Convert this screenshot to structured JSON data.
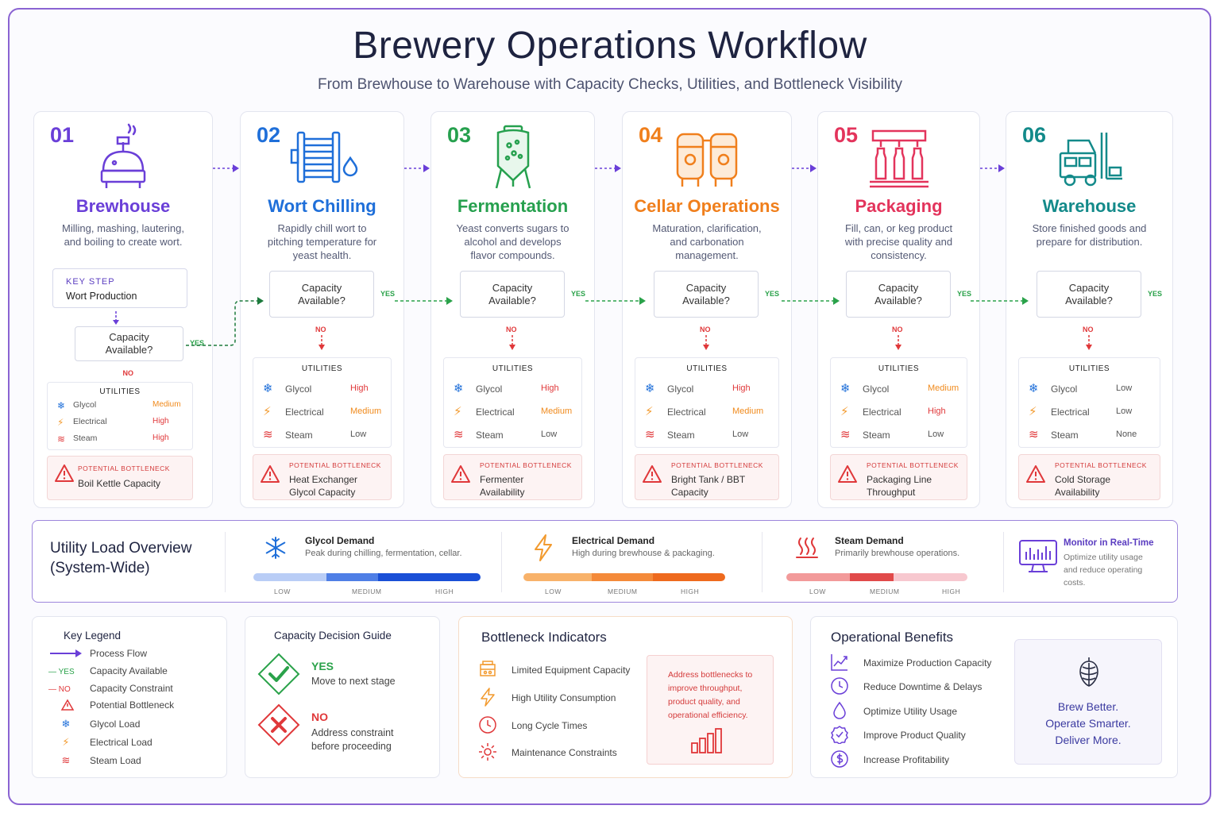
{
  "header": {
    "title": "Brewery Operations Workflow",
    "subtitle": "From Brewhouse to Warehouse with Capacity Checks, Utilities, and Bottleneck Visibility"
  },
  "stages": [
    {
      "number": "01",
      "name": "Brewhouse",
      "color": "#6a3fd8",
      "icon": "brew-kettle-icon",
      "description": "Milling, mashing, lautering, and boiling to create wort.",
      "key_step_label": "KEY STEP",
      "key_step": "Wort Production",
      "capacity": "Capacity Available?",
      "yes": "YES",
      "no": "NO",
      "utilities_label": "UTILITIES",
      "utilities": [
        {
          "name": "Glycol",
          "level": "Medium"
        },
        {
          "name": "Electrical",
          "level": "High"
        },
        {
          "name": "Steam",
          "level": "High"
        }
      ],
      "bottleneck_label": "POTENTIAL BOTTLENECK",
      "bottleneck": "Boil Kettle Capacity"
    },
    {
      "number": "02",
      "name": "Wort Chilling",
      "color": "#1f6fd9",
      "icon": "heat-exchanger-icon",
      "description": "Rapidly chill wort to pitching temperature for yeast health.",
      "capacity": "Capacity Available?",
      "yes": "YES",
      "no": "NO",
      "utilities_label": "UTILITIES",
      "utilities": [
        {
          "name": "Glycol",
          "level": "High"
        },
        {
          "name": "Electrical",
          "level": "Medium"
        },
        {
          "name": "Steam",
          "level": "Low"
        }
      ],
      "bottleneck_label": "POTENTIAL BOTTLENECK",
      "bottleneck": "Heat Exchanger Glycol Capacity"
    },
    {
      "number": "03",
      "name": "Fermentation",
      "color": "#26a04e",
      "icon": "fermenter-tank-icon",
      "description": "Yeast converts sugars to alcohol and develops flavor compounds.",
      "capacity": "Capacity Available?",
      "yes": "YES",
      "no": "NO",
      "utilities_label": "UTILITIES",
      "utilities": [
        {
          "name": "Glycol",
          "level": "High"
        },
        {
          "name": "Electrical",
          "level": "Medium"
        },
        {
          "name": "Steam",
          "level": "Low"
        }
      ],
      "bottleneck_label": "POTENTIAL BOTTLENECK",
      "bottleneck": "Fermenter Availability"
    },
    {
      "number": "04",
      "name": "Cellar Operations",
      "color": "#f07f1c",
      "icon": "bright-tanks-icon",
      "description": "Maturation, clarification, and carbonation management.",
      "capacity": "Capacity Available?",
      "yes": "YES",
      "no": "NO",
      "utilities_label": "UTILITIES",
      "utilities": [
        {
          "name": "Glycol",
          "level": "High"
        },
        {
          "name": "Electrical",
          "level": "Medium"
        },
        {
          "name": "Steam",
          "level": "Low"
        }
      ],
      "bottleneck_label": "POTENTIAL BOTTLENECK",
      "bottleneck": "Bright Tank / BBT Capacity"
    },
    {
      "number": "05",
      "name": "Packaging",
      "color": "#e3345c",
      "icon": "bottling-line-icon",
      "description": "Fill, can, or keg product with precise quality and consistency.",
      "capacity": "Capacity Available?",
      "yes": "YES",
      "no": "NO",
      "utilities_label": "UTILITIES",
      "utilities": [
        {
          "name": "Glycol",
          "level": "Medium"
        },
        {
          "name": "Electrical",
          "level": "High"
        },
        {
          "name": "Steam",
          "level": "Low"
        }
      ],
      "bottleneck_label": "POTENTIAL BOTTLENECK",
      "bottleneck": "Packaging Line Throughput"
    },
    {
      "number": "06",
      "name": "Warehouse",
      "color": "#138a8a",
      "icon": "forklift-icon",
      "description": "Store finished goods and prepare for distribution.",
      "capacity": "Capacity Available?",
      "yes": "YES",
      "no": "NO",
      "utilities_label": "UTILITIES",
      "utilities": [
        {
          "name": "Glycol",
          "level": "Low"
        },
        {
          "name": "Electrical",
          "level": "Low"
        },
        {
          "name": "Steam",
          "level": "None"
        }
      ],
      "bottleneck_label": "POTENTIAL BOTTLENECK",
      "bottleneck": "Cold Storage Availability"
    }
  ],
  "overview": {
    "title": "Utility Load Overview (System-Wide)",
    "demands": [
      {
        "title": "Glycol Demand",
        "desc": "Peak during chilling, fermentation, cellar.",
        "icon": "snowflake-icon",
        "low": "LOW",
        "medium": "MEDIUM",
        "high": "HIGH",
        "colors": [
          "#b9cdf6",
          "#4f7fe6",
          "#1a4fd6"
        ]
      },
      {
        "title": "Electrical Demand",
        "desc": "High during brewhouse & packaging.",
        "icon": "lightning-icon",
        "low": "LOW",
        "medium": "MEDIUM",
        "high": "HIGH",
        "colors": [
          "#f8b26a",
          "#f48a3a",
          "#ee6a1e"
        ]
      },
      {
        "title": "Steam Demand",
        "desc": "Primarily brewhouse operations.",
        "icon": "steam-icon",
        "low": "LOW",
        "medium": "MEDIUM",
        "high": "HIGH",
        "colors": [
          "#f29a9a",
          "#e14a4a",
          "#f7c8cf"
        ]
      }
    ],
    "monitor_title": "Monitor in Real-Time",
    "monitor_desc": "Optimize utility usage and reduce operating costs."
  },
  "legend": {
    "title": "Key Legend",
    "items": [
      {
        "icon": "arrow-icon",
        "label": "Process Flow"
      },
      {
        "icon": "yes-line-icon",
        "tag": "YES",
        "label": "Capacity Available"
      },
      {
        "icon": "no-line-icon",
        "tag": "NO",
        "label": "Capacity Constraint"
      },
      {
        "icon": "warning-icon",
        "label": "Potential Bottleneck"
      },
      {
        "icon": "snowflake-icon",
        "label": "Glycol Load"
      },
      {
        "icon": "lightning-icon",
        "label": "Electrical Load"
      },
      {
        "icon": "steam-icon",
        "label": "Steam Load"
      }
    ]
  },
  "decision": {
    "title": "Capacity Decision Guide",
    "yes_title": "YES",
    "yes_desc": "Move to next stage",
    "no_title": "NO",
    "no_desc": "Address constraint before proceeding"
  },
  "bottlenecks": {
    "title": "Bottleneck Indicators",
    "items": [
      {
        "icon": "equipment-icon",
        "label": "Limited Equipment Capacity"
      },
      {
        "icon": "lightning-icon",
        "label": "High Utility Consumption"
      },
      {
        "icon": "clock-icon",
        "label": "Long Cycle Times"
      },
      {
        "icon": "gear-icon",
        "label": "Maintenance Constraints"
      }
    ],
    "callout": "Address bottlenecks to improve throughput, product quality, and operational efficiency."
  },
  "benefits": {
    "title": "Operational Benefits",
    "items": [
      {
        "icon": "trend-chart-icon",
        "label": "Maximize Production Capacity"
      },
      {
        "icon": "clock-icon",
        "label": "Reduce Downtime & Delays"
      },
      {
        "icon": "droplet-icon",
        "label": "Optimize Utility Usage"
      },
      {
        "icon": "quality-badge-icon",
        "label": "Improve Product Quality"
      },
      {
        "icon": "dollar-icon",
        "label": "Increase Profitability"
      }
    ],
    "slogan_1": "Brew Better.",
    "slogan_2": "Operate Smarter.",
    "slogan_3": "Deliver More."
  },
  "colors": {
    "accent": "#6a3fd8",
    "yes": "#2aa24a",
    "no": "#e0383a",
    "glycol": "#1f6fd9",
    "electrical": "#f29a2e",
    "steam": "#e0383a"
  }
}
